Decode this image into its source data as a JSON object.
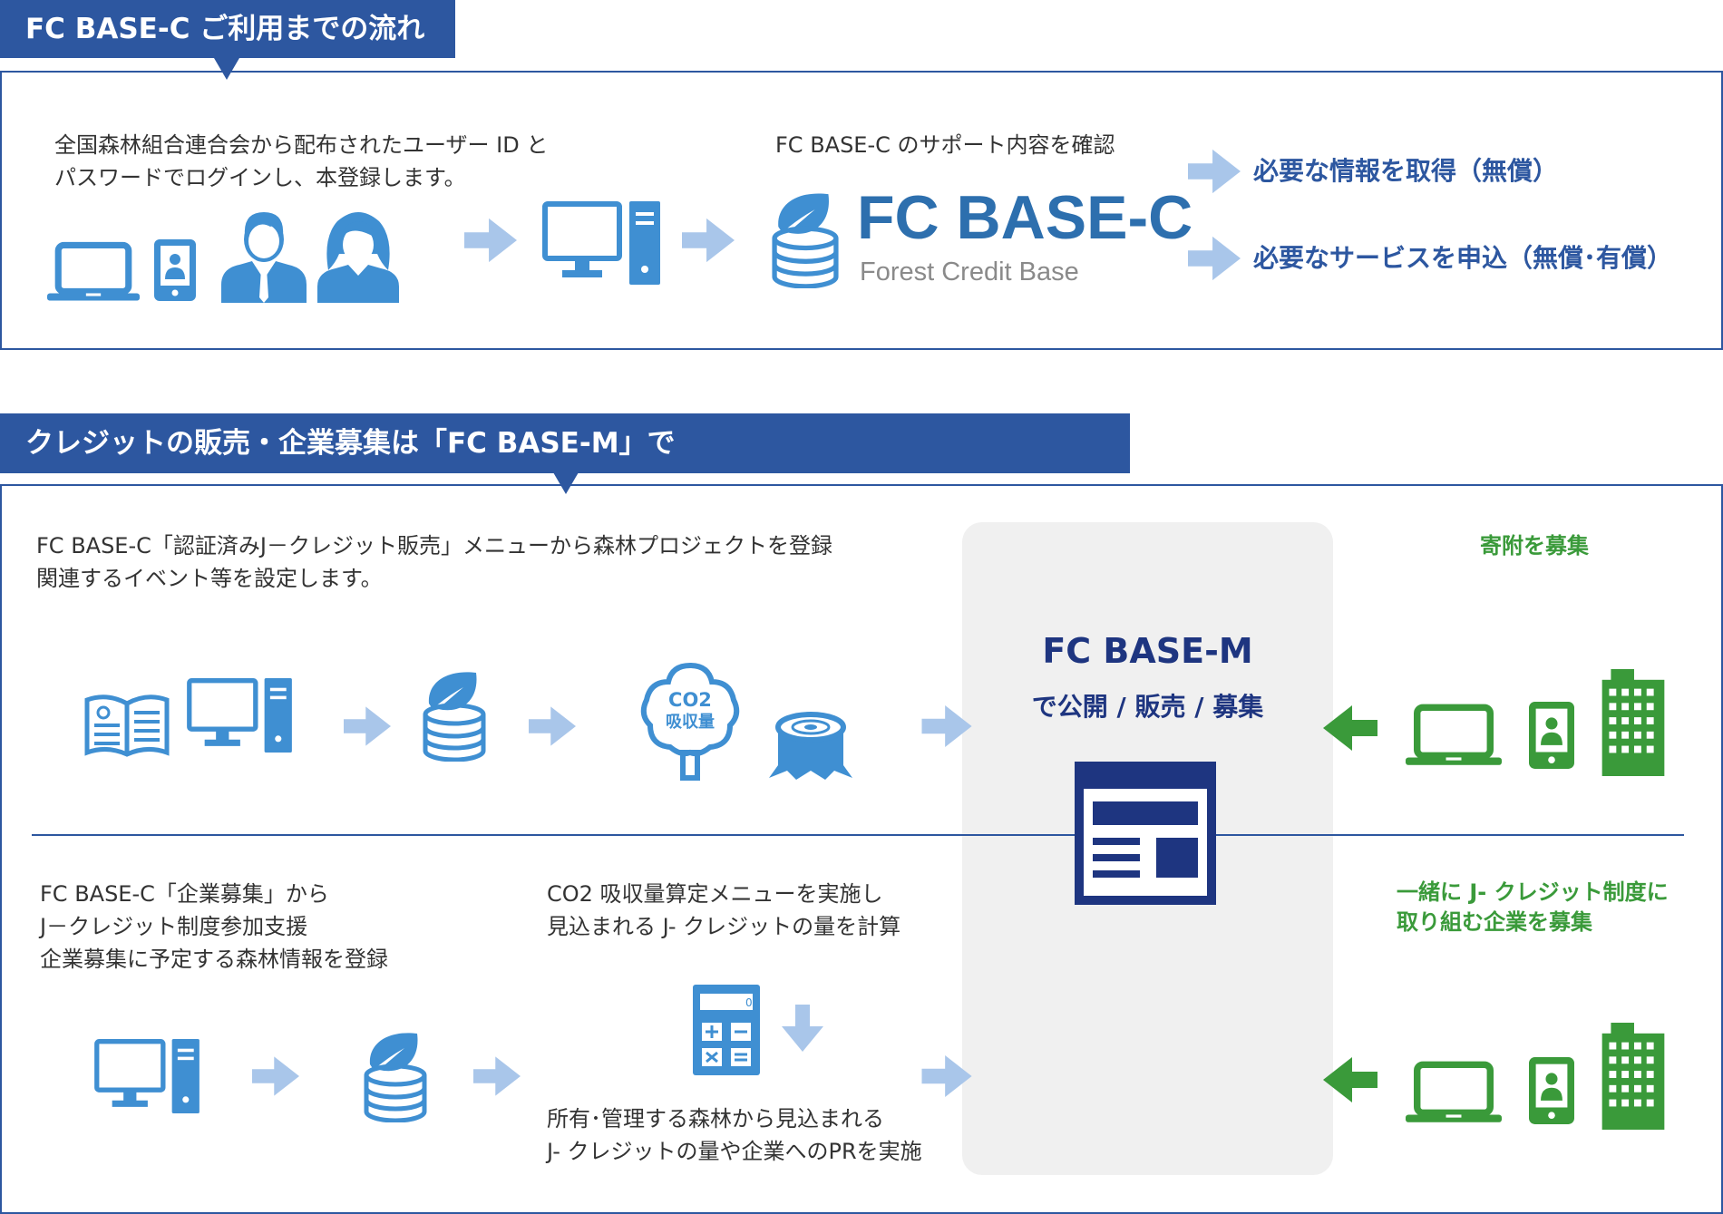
{
  "section1": {
    "header": "FC BASE-C ご利用までの流れ",
    "intro_line1": "全国森林組合連合会から配布されたユーザー ID と",
    "intro_line2": "パスワードでログインし、本登録します。",
    "support_text": "FC BASE-C のサポート内容を確認",
    "logo_main": "FC BASE-C",
    "logo_sub": "Forest Credit Base",
    "outcome1": "必要な情報を取得（無償）",
    "outcome2": "必要なサービスを申込（無償･有償）"
  },
  "section2": {
    "header": "クレジットの販売・企業募集は「FC BASE-M」で",
    "upper_line1": "FC BASE-C「認証済みJ－クレジット販売」メニューから森林プロジェクトを登録",
    "upper_line2": "関連するイベント等を設定します。",
    "co2_label_line1": "CO2",
    "co2_label_line2": "吸収量",
    "center_title": "FC BASE-M",
    "center_sub": "で公開 / 販売 / 募集",
    "donation_title": "寄附を募集",
    "lower_left_line1": "FC BASE-C「企業募集」から",
    "lower_left_line2": "J－クレジット制度参加支援",
    "lower_left_line3": "企業募集に予定する森林情報を登録",
    "lower_mid_line1": "CO2 吸収量算定メニューを実施し",
    "lower_mid_line2": "見込まれる J- クレジットの量を計算",
    "lower_bottom_line1": "所有･管理する森林から見込まれる",
    "lower_bottom_line2": "J- クレジットの量や企業へのPRを実施",
    "companies_title_line1": "一緒に J- クレジット制度に",
    "companies_title_line2": "取り組む企業を募集"
  },
  "colors": {
    "header_navy": "#2d57a0",
    "icon_blue": "#3f8fd2",
    "arrow_light_blue": "#a9c6ea",
    "dark_navy": "#1e3580",
    "green": "#3a9a3a",
    "center_panel_gray": "#f0f0f0"
  }
}
